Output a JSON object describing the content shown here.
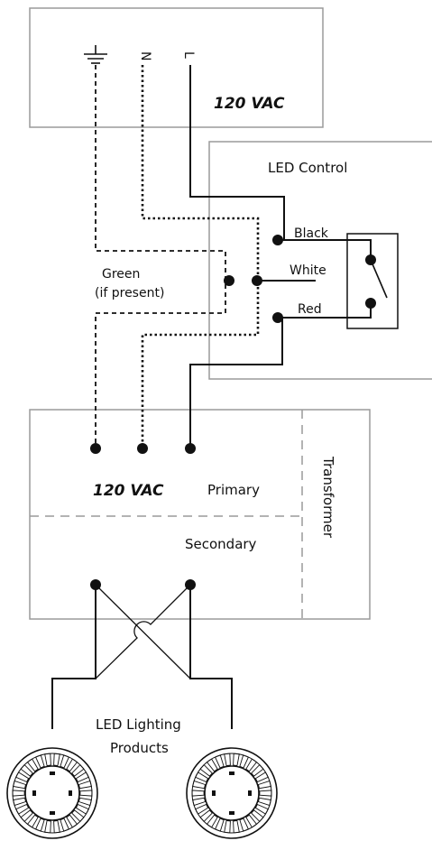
{
  "supply": {
    "symbols": [
      "ground",
      "N",
      "L"
    ],
    "voltage": "120 VAC"
  },
  "control": {
    "title": "LED Control",
    "wires": [
      "Black",
      "White",
      "Red"
    ],
    "green_line1": "Green",
    "green_line2": "(if present)"
  },
  "transformer": {
    "title": "Transformer",
    "voltage": "120 VAC",
    "primary": "Primary",
    "secondary": "Secondary"
  },
  "lights": {
    "line1": "LED Lighting",
    "line2": "Products"
  }
}
